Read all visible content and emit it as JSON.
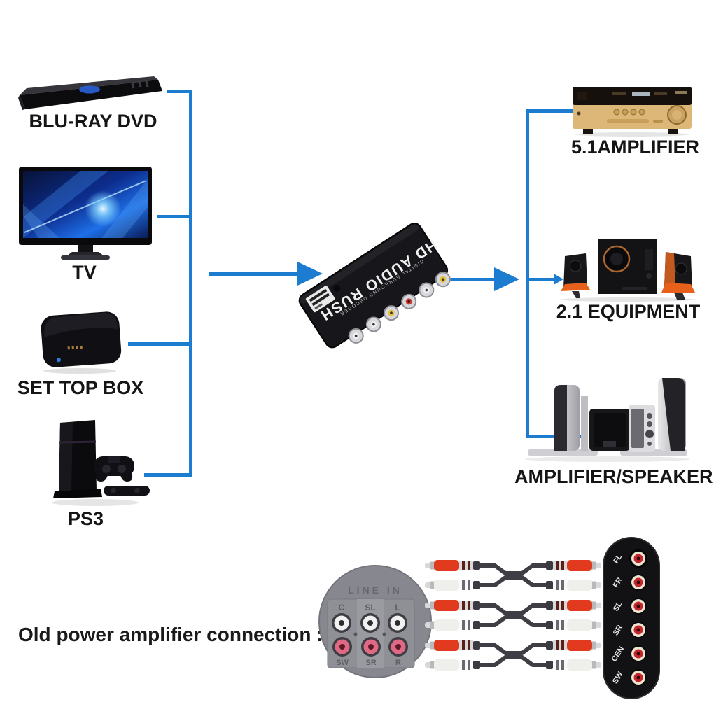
{
  "palette": {
    "line_blue": "#1b7cd0"
  },
  "sources": [
    {
      "label": "BLU-RAY DVD"
    },
    {
      "label": "TV"
    },
    {
      "label": "SET TOP BOX"
    },
    {
      "label": "PS3"
    }
  ],
  "converter": {
    "name": "HD AUDIO RUSH",
    "small_print": "DIGITAL SURROUND DECODER"
  },
  "outputs": [
    {
      "label": "5.1AMPLIFIER"
    },
    {
      "label": "2.1 EQUIPMENT"
    },
    {
      "label": "AMPLIFIER/SPEAKER"
    }
  ],
  "bottom": {
    "caption": "Old power amplifier connection :",
    "line_in": {
      "title": "LINE IN",
      "top_jacks": [
        "C",
        "SL",
        "L"
      ],
      "bottom_jacks": [
        "SW",
        "SR",
        "R"
      ]
    },
    "rca_cables": {
      "count": 3,
      "connector_colors": [
        "red",
        "white"
      ]
    },
    "output_panel": {
      "jacks": [
        "FL",
        "FR",
        "SL",
        "SR",
        "CEN",
        "SW"
      ]
    }
  }
}
